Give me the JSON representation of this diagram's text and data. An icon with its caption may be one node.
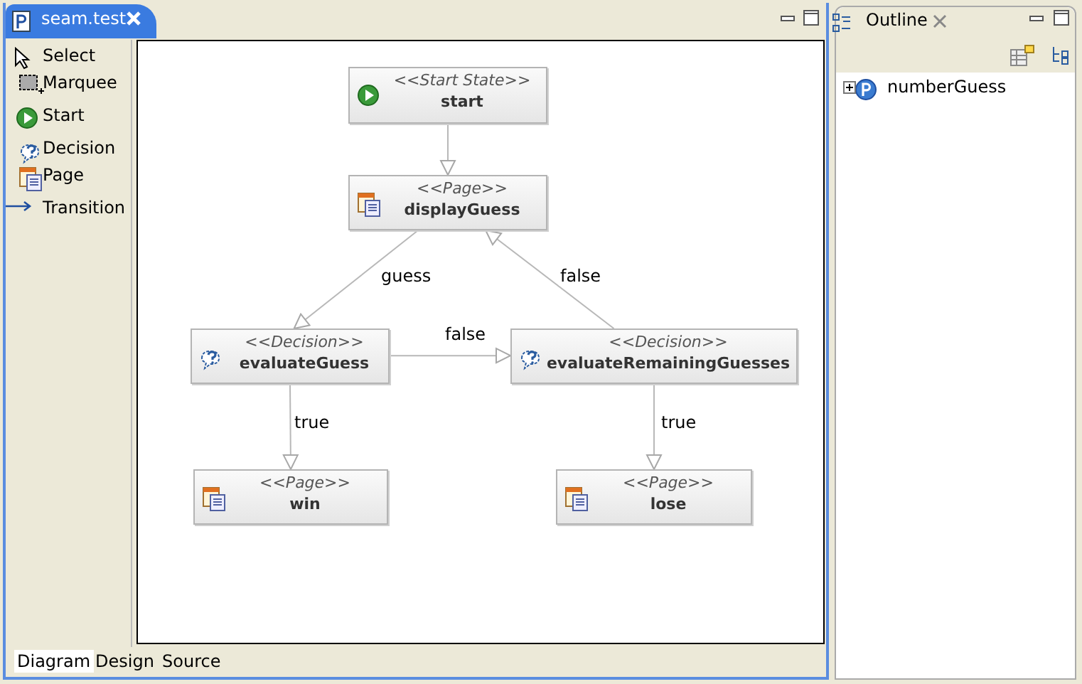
{
  "diagram": {
    "nodes": [
      {
        "text": [
          "<<Start State>>",
          "start"
        ]
      },
      {
        "text": [
          "<<Page>>",
          "displayGuess"
        ]
      },
      {
        "text": [
          "<<Decision>>",
          "evaluateGuess"
        ]
      },
      {
        "text": [
          "<<Decision>>",
          "evaluateRemainingGuesses"
        ]
      },
      {
        "text": [
          "<<Page>>",
          "win"
        ]
      },
      {
        "text": [
          "<<Page>>",
          "lose"
        ]
      }
    ],
    "edges": [
      {
        "from": 0,
        "to": 1,
        "arrow": "to"
      },
      {
        "from": 1,
        "to": 2,
        "arrow": "to",
        "label": "guess"
      },
      {
        "from": 2,
        "to": 3,
        "arrow": "to",
        "label": "false"
      },
      {
        "from": 3,
        "to": 1,
        "arrow": "to",
        "label": "false"
      },
      {
        "from": 2,
        "to": 4,
        "arrow": "to",
        "label": "true"
      },
      {
        "from": 3,
        "to": 5,
        "arrow": "to",
        "label": "true"
      }
    ],
    "labels": [
      "seam.test",
      "Select",
      "Marquee",
      "Start",
      "Decision",
      "Page",
      "Transition",
      "Diagram",
      "Design",
      "Source",
      "Outline",
      "numberGuess"
    ]
  }
}
